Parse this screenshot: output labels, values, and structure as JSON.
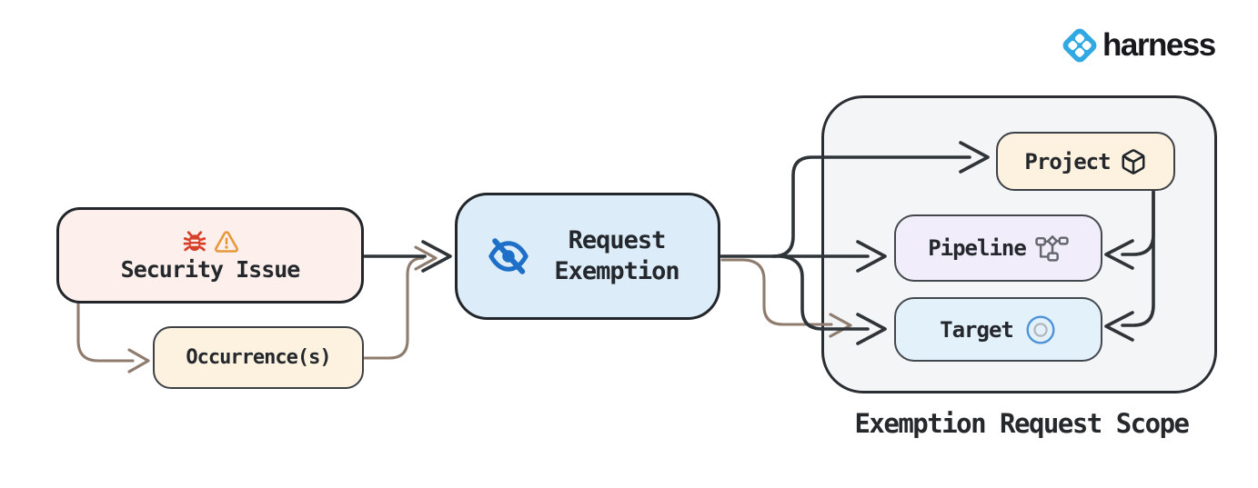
{
  "brand": {
    "name": "harness",
    "icon": "harness-icon"
  },
  "nodes": {
    "security_issue": {
      "label": "Security Issue",
      "icons": [
        "bug-icon",
        "warning-icon"
      ],
      "fill": "#fdf0ec"
    },
    "occurrences": {
      "label": "Occurrence(s)",
      "fill": "#fcf2df"
    },
    "request_exemption": {
      "label": "Request Exemption",
      "icon": "eye-off-icon",
      "fill": "#ddecf9"
    },
    "project": {
      "label": "Project",
      "icon": "package-icon",
      "fill": "#fcf2df"
    },
    "pipeline": {
      "label": "Pipeline",
      "icon": "workflow-icon",
      "fill": "#f2edfa"
    },
    "target": {
      "label": "Target",
      "icon": "target-icon",
      "fill": "#e3f1fb"
    }
  },
  "scope": {
    "caption": "Exemption Request Scope",
    "fill": "#f4f5f7"
  },
  "edges": [
    {
      "from": "security_issue",
      "to": "request_exemption",
      "style": "dark"
    },
    {
      "from": "security_issue",
      "to": "occurrences",
      "style": "brown"
    },
    {
      "from": "occurrences",
      "to": "request_exemption",
      "style": "brown"
    },
    {
      "from": "request_exemption",
      "to": "project",
      "style": "dark"
    },
    {
      "from": "request_exemption",
      "to": "pipeline",
      "style": "dark"
    },
    {
      "from": "request_exemption",
      "to": "target",
      "style": "dark"
    },
    {
      "from": "occurrences",
      "to": "target",
      "style": "brown"
    },
    {
      "from": "project",
      "to": "pipeline",
      "style": "dark"
    },
    {
      "from": "project",
      "to": "target",
      "style": "dark"
    }
  ],
  "colors": {
    "connector_dark": "#2f3438",
    "connector_brown": "#8f7c6f",
    "harness_blue": "#30a8e1",
    "bug_red": "#d8402a",
    "warning_orange": "#e8973a",
    "eye_blue": "#1d6fc8",
    "target_ring_blue": "#4f93d8",
    "workflow_gray": "#64686e"
  }
}
